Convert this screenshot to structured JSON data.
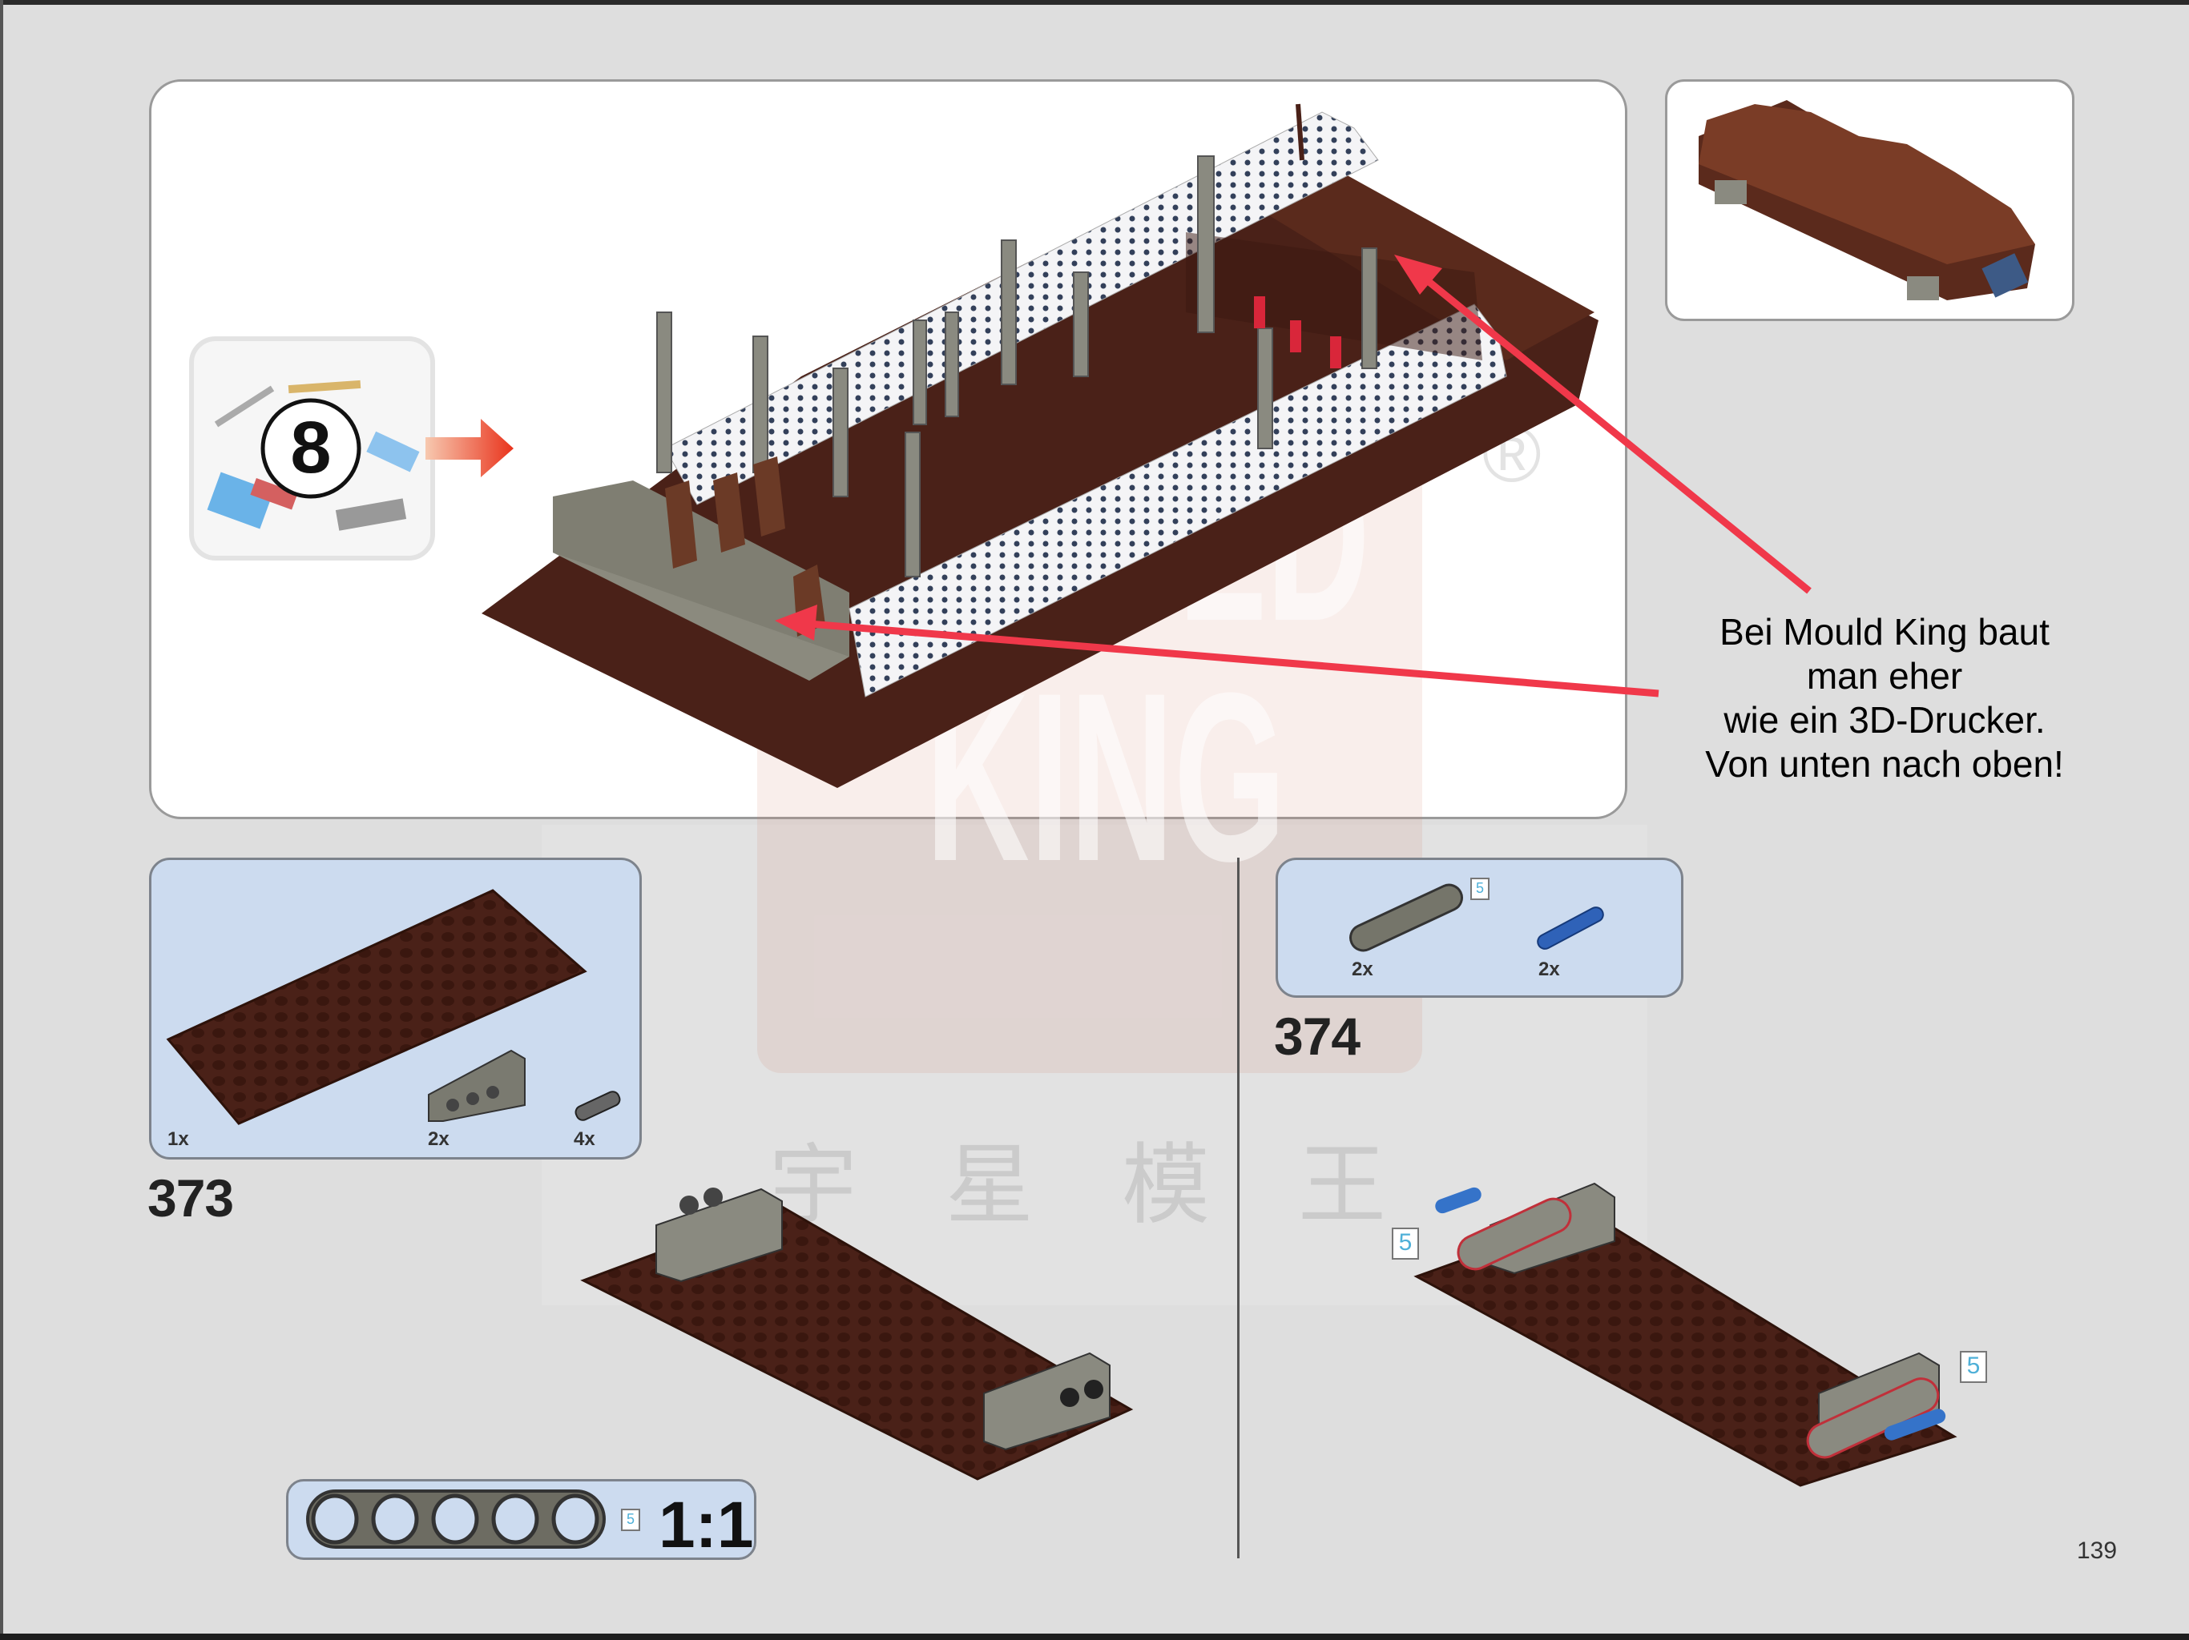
{
  "page_number": "139",
  "bag": {
    "number": "8"
  },
  "annotation": {
    "lines": [
      "Bei Mould King baut",
      "man eher",
      "wie ein 3D-Drucker.",
      "Von unten nach oben!"
    ],
    "arrow_color": "#f0384a"
  },
  "watermark": {
    "brand": "MOULD KING",
    "registered": "®",
    "chinese": [
      "宇",
      "星",
      "模",
      "王"
    ]
  },
  "steps": [
    {
      "number": "373",
      "parts": [
        {
          "name": "brown-plate",
          "qty": "1x"
        },
        {
          "name": "technic-brick-1x4",
          "qty": "2x"
        },
        {
          "name": "technic-pin",
          "qty": "4x"
        }
      ]
    },
    {
      "number": "374",
      "parts": [
        {
          "name": "technic-beam-5",
          "qty": "2x",
          "callout": "5"
        },
        {
          "name": "blue-axle-pin",
          "qty": "2x"
        }
      ],
      "callouts": [
        "5",
        "5"
      ]
    }
  ],
  "ruler": {
    "length": "5",
    "scale": "1:1"
  },
  "colors": {
    "brown": "#4a2118",
    "gray": "#8a8a80",
    "parts_bg": "#ccdbef",
    "page_bg": "#dedede"
  }
}
